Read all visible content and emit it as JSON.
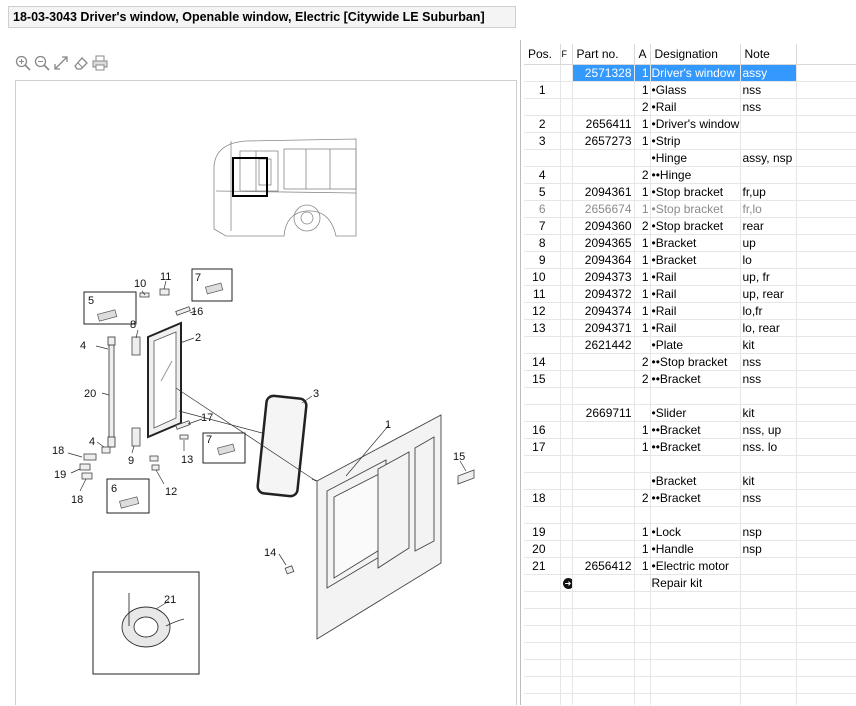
{
  "window": {
    "title": "18-03-3043 Driver's window, Openable window, Electric [Citywide LE Suburban]"
  },
  "toolbar": {
    "icons": [
      "zoom-in-icon",
      "zoom-out-icon",
      "fit-to-window-icon",
      "eraser-icon",
      "print-icon"
    ]
  },
  "drawing": {
    "callouts": [
      "10",
      "11",
      "7",
      "5",
      "8",
      "16",
      "4",
      "2",
      "20",
      "3",
      "1",
      "17",
      "7",
      "4",
      "18",
      "9",
      "13",
      "15",
      "19",
      "6",
      "12",
      "18",
      "14",
      "21"
    ]
  },
  "table": {
    "columns": [
      "Pos.",
      "F",
      "Part no.",
      "A",
      "Designation",
      "Note"
    ],
    "rows": [
      {
        "pos": "",
        "f": "",
        "part": "2571328",
        "qty": "1",
        "des": "Driver's window",
        "note": "assy",
        "selected": true
      },
      {
        "pos": "1",
        "f": "",
        "part": "",
        "qty": "1",
        "des": "•Glass",
        "note": "nss"
      },
      {
        "pos": "",
        "f": "",
        "part": "",
        "qty": "2",
        "des": "•Rail",
        "note": "nss"
      },
      {
        "pos": "2",
        "f": "",
        "part": "2656411",
        "qty": "1",
        "des": "•Driver's window",
        "note": ""
      },
      {
        "pos": "3",
        "f": "",
        "part": "2657273",
        "qty": "1",
        "des": "•Strip",
        "note": ""
      },
      {
        "pos": "",
        "f": "",
        "part": "",
        "qty": "",
        "des": "•Hinge",
        "note": "assy, nsp"
      },
      {
        "pos": "4",
        "f": "",
        "part": "",
        "qty": "2",
        "des": "••Hinge",
        "note": ""
      },
      {
        "pos": "5",
        "f": "",
        "part": "2094361",
        "qty": "1",
        "des": "•Stop bracket",
        "note": "fr,up"
      },
      {
        "pos": "6",
        "f": "",
        "part": "2656674",
        "qty": "1",
        "des": "•Stop bracket",
        "note": "fr,lo",
        "dim": true
      },
      {
        "pos": "7",
        "f": "",
        "part": "2094360",
        "qty": "2",
        "des": "•Stop bracket",
        "note": "rear"
      },
      {
        "pos": "8",
        "f": "",
        "part": "2094365",
        "qty": "1",
        "des": "•Bracket",
        "note": "up"
      },
      {
        "pos": "9",
        "f": "",
        "part": "2094364",
        "qty": "1",
        "des": "•Bracket",
        "note": "lo"
      },
      {
        "pos": "10",
        "f": "",
        "part": "2094373",
        "qty": "1",
        "des": "•Rail",
        "note": "up, fr"
      },
      {
        "pos": "11",
        "f": "",
        "part": "2094372",
        "qty": "1",
        "des": "•Rail",
        "note": "up, rear"
      },
      {
        "pos": "12",
        "f": "",
        "part": "2094374",
        "qty": "1",
        "des": "•Rail",
        "note": "lo,fr"
      },
      {
        "pos": "13",
        "f": "",
        "part": "2094371",
        "qty": "1",
        "des": "•Rail",
        "note": "lo, rear"
      },
      {
        "pos": "",
        "f": "",
        "part": "2621442",
        "qty": "",
        "des": "•Plate",
        "note": "kit"
      },
      {
        "pos": "14",
        "f": "",
        "part": "",
        "qty": "2",
        "des": "••Stop bracket",
        "note": "nss"
      },
      {
        "pos": "15",
        "f": "",
        "part": "",
        "qty": "2",
        "des": "••Bracket",
        "note": "nss"
      },
      {
        "pos": "",
        "f": "",
        "part": "",
        "qty": "",
        "des": "",
        "note": ""
      },
      {
        "pos": "",
        "f": "",
        "part": "2669711",
        "qty": "",
        "des": "•Slider",
        "note": "kit"
      },
      {
        "pos": "16",
        "f": "",
        "part": "",
        "qty": "1",
        "des": "••Bracket",
        "note": "nss, up"
      },
      {
        "pos": "17",
        "f": "",
        "part": "",
        "qty": "1",
        "des": "••Bracket",
        "note": "nss. lo"
      },
      {
        "pos": "",
        "f": "",
        "part": "",
        "qty": "",
        "des": "",
        "note": ""
      },
      {
        "pos": "",
        "f": "",
        "part": "",
        "qty": "",
        "des": "•Bracket",
        "note": "kit"
      },
      {
        "pos": "18",
        "f": "",
        "part": "",
        "qty": "2",
        "des": "••Bracket",
        "note": "nss"
      },
      {
        "pos": "",
        "f": "",
        "part": "",
        "qty": "",
        "des": "",
        "note": ""
      },
      {
        "pos": "19",
        "f": "",
        "part": "",
        "qty": "1",
        "des": "•Lock",
        "note": "nsp"
      },
      {
        "pos": "20",
        "f": "",
        "part": "",
        "qty": "1",
        "des": "•Handle",
        "note": "nsp"
      },
      {
        "pos": "21",
        "f": "",
        "part": "2656412",
        "qty": "1",
        "des": "•Electric motor",
        "note": ""
      },
      {
        "pos": "",
        "f": "arrow",
        "part": "",
        "qty": "",
        "des": "Repair kit",
        "note": ""
      },
      {
        "pos": "",
        "f": "",
        "part": "",
        "qty": "",
        "des": "",
        "note": ""
      },
      {
        "pos": "",
        "f": "",
        "part": "",
        "qty": "",
        "des": "",
        "note": ""
      },
      {
        "pos": "",
        "f": "",
        "part": "",
        "qty": "",
        "des": "",
        "note": ""
      },
      {
        "pos": "",
        "f": "",
        "part": "",
        "qty": "",
        "des": "",
        "note": ""
      },
      {
        "pos": "",
        "f": "",
        "part": "",
        "qty": "",
        "des": "",
        "note": ""
      },
      {
        "pos": "",
        "f": "",
        "part": "",
        "qty": "",
        "des": "",
        "note": ""
      },
      {
        "pos": "",
        "f": "",
        "part": "",
        "qty": "",
        "des": "",
        "note": ""
      }
    ]
  }
}
